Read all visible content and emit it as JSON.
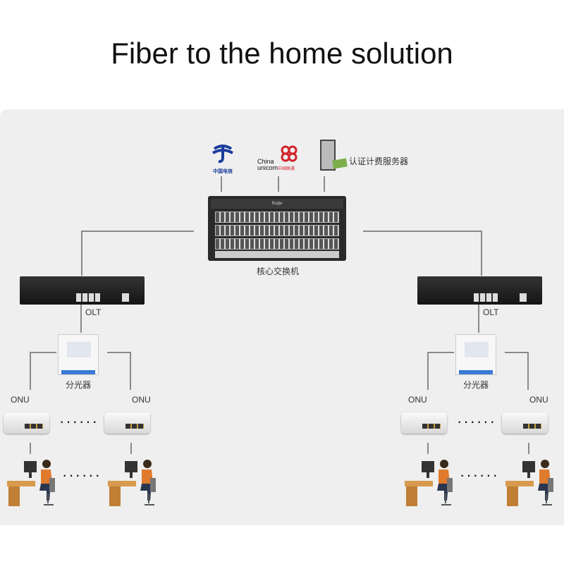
{
  "title": "Fiber to the home solution",
  "top_nodes": {
    "telecom_logo": "中国电信",
    "unicom_logo": "China unicom中国联通",
    "server_label": "认证计费服务器"
  },
  "core_switch": {
    "label": "核心交换机",
    "brand": "Ruijie"
  },
  "branches": [
    {
      "olt_label": "OLT",
      "splitter_label": "分光器",
      "onu_labels": [
        "ONU",
        "ONU"
      ],
      "dots": "······"
    },
    {
      "olt_label": "OLT",
      "splitter_label": "分光器",
      "onu_labels": [
        "ONU",
        "ONU"
      ],
      "dots": "······"
    }
  ],
  "colors": {
    "panel": "#efefef",
    "line": "#8a8a8a",
    "device_dark": "#1e1e1e",
    "telecom_blue": "#1a3d9c",
    "unicom_red": "#d2232a"
  }
}
